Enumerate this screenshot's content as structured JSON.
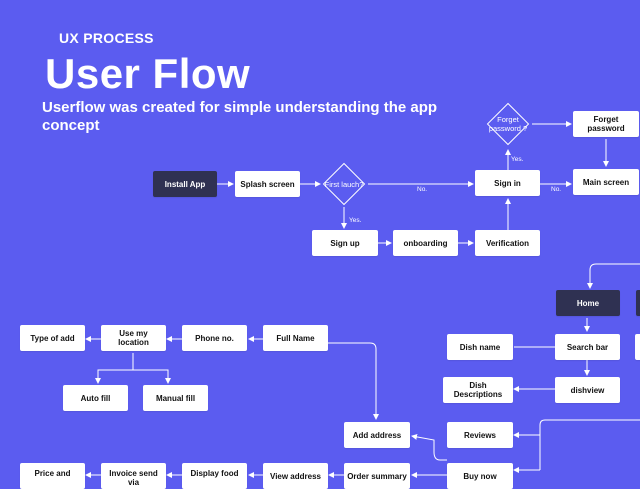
{
  "header": {
    "eyebrow": "UX PROCESS",
    "title": "User Flow",
    "subtitle": "Userflow was created for simple understanding the app concept"
  },
  "colors": {
    "background": "#5b5cf0",
    "node": "#ffffff",
    "node_dark": "#2f3152"
  },
  "nodes": {
    "install_app": "Install App",
    "splash_screen": "Splash screen",
    "first_launch": "First lauch?",
    "sign_in": "Sign in",
    "forget_password_q": "Forget password ?",
    "forget_password": "Forget password",
    "main_screen": "Main screen",
    "sign_up": "Sign up",
    "onboarding": "onboarding",
    "verification": "Verification",
    "home": "Home",
    "search_bar": "Search bar",
    "dishview": "dishview",
    "dish_name": "Dish name",
    "dish_descriptions": "Dish Descriptions",
    "reviews": "Reviews",
    "add_address": "Add address",
    "buy_now": "Buy now",
    "type_of_add": "Type of add",
    "use_my_location": "Use my location",
    "phone_no": "Phone no.",
    "full_name": "Full Name",
    "auto_fill": "Auto fill",
    "manual_fill": "Manual fill",
    "price_and": "Price and",
    "invoice_send_via": "Invoice send via",
    "display_food": "Display food",
    "view_address": "View address",
    "order_summary": "Order summary"
  },
  "edge_labels": {
    "no": "No.",
    "yes": "Yes."
  }
}
